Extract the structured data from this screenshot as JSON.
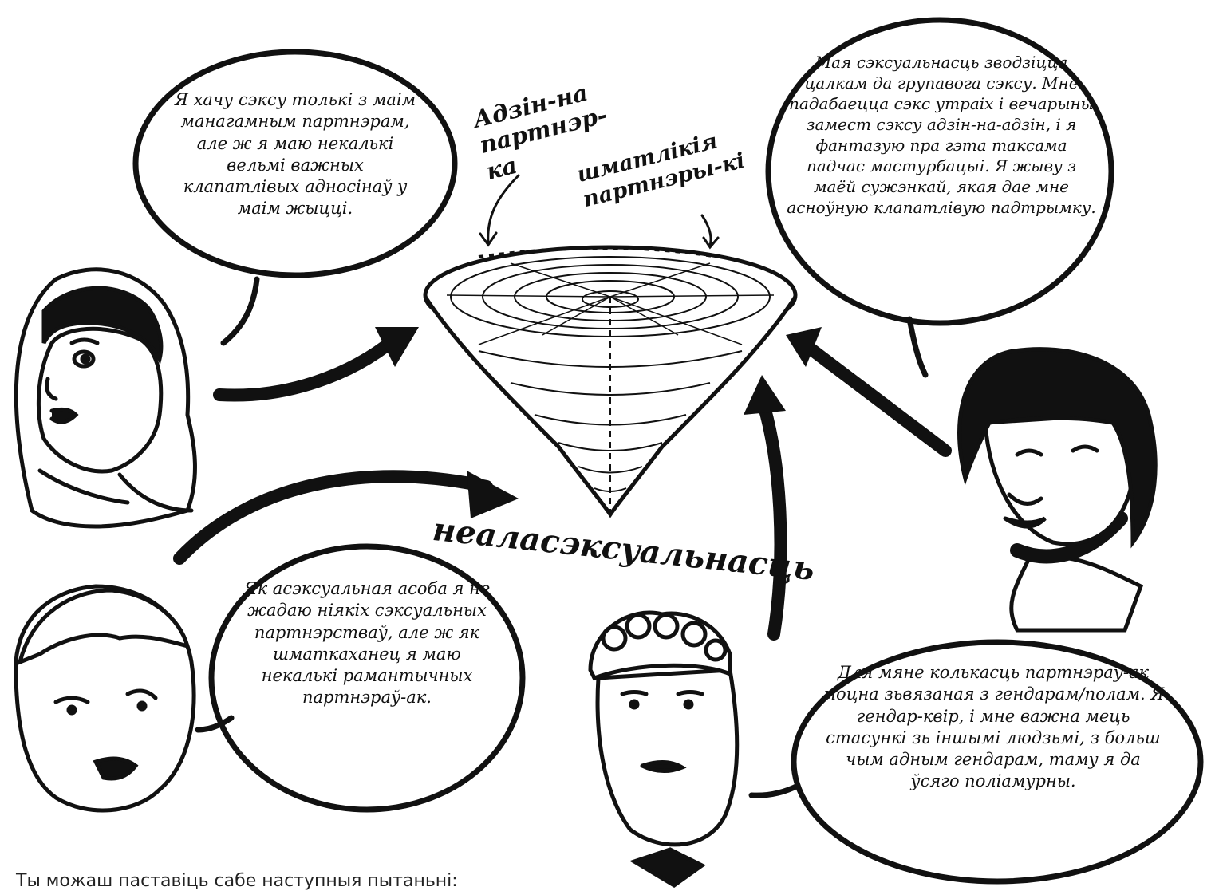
{
  "labels": {
    "one_partner": "Адзін-на партнэр-ка",
    "multi_partners": "шматлікія партнэры-кі",
    "non_allosexuality": "неаласэксуальнасць"
  },
  "bubbles": {
    "top_left": "Я хачу сэксу толькі з маім манагамным партнэрам, але ж я маю некалькі вельмі важных клапатлівых адносінаў у маім жыцці.",
    "top_right": "Мая сэксуальнасць зводзіцца цалкам да групавога сэксу. Мне падабаецца сэкс утраіх і вечарыны замест сэксу адзін-на-адзін, і я фантазую пра гэта таксама падчас мастурбацыі. Я жыву з маёй сужэнкай, якая дае мне асноўную клапатлівую падтрымку.",
    "bottom_left": "Як асэксуальная асоба я не жадаю ніякіх сэксуальных партнэрстваў, але ж як шматкаханец я маю некалькі рамантычных партнэраў-ак.",
    "bottom_right": "Для мяне колькасць партнэраў-ак моцна зьвязаная з гендарам/полам. Я гендар-квір, і мне важна мець стасункі зь іншымі людзьмі, з больш чым адным гендарам, таму я да ўсяго поліамурны."
  },
  "footer": "Ты можаш паставіць сабе наступныя пытаньні:"
}
